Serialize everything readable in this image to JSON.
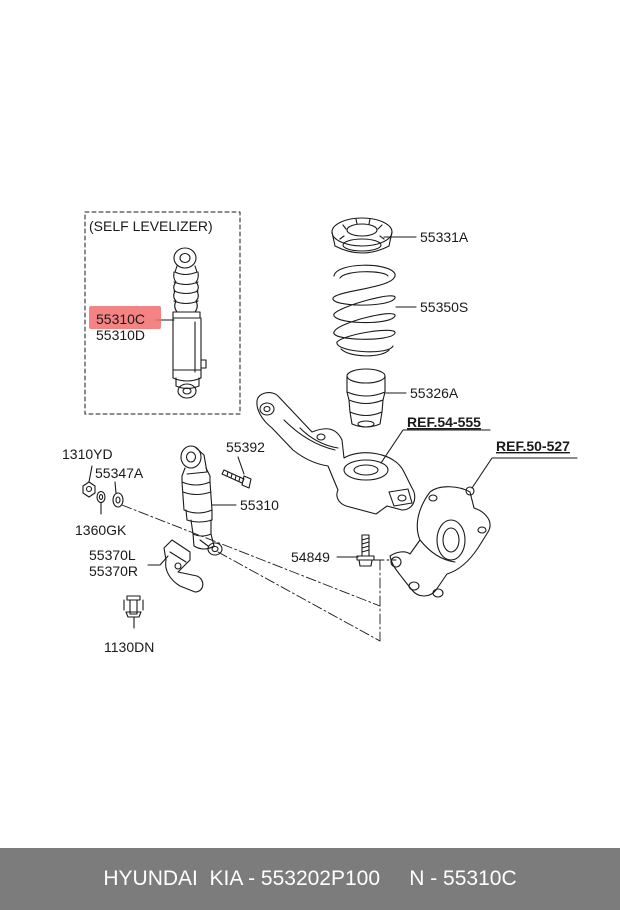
{
  "diagram": {
    "box_title": "(SELF LEVELIZER)",
    "highlight_color": "#f26d6d",
    "parts": {
      "p55310C": "55310C",
      "p55310D": "55310D",
      "p55331A": "55331A",
      "p55350S": "55350S",
      "p55326A": "55326A",
      "ref54555": "REF.54-555",
      "ref50527": "REF.50-527",
      "p1310YD": "1310YD",
      "p55347A": "55347A",
      "p55392": "55392",
      "p55310": "55310",
      "p1360GK": "1360GK",
      "p55370L": "55370L",
      "p55370R": "55370R",
      "p54849": "54849",
      "p1130DN": "1130DN"
    }
  },
  "footer": {
    "brand": "HYUNDAI  KIA - 553202P100",
    "code": "N - 55310C"
  }
}
